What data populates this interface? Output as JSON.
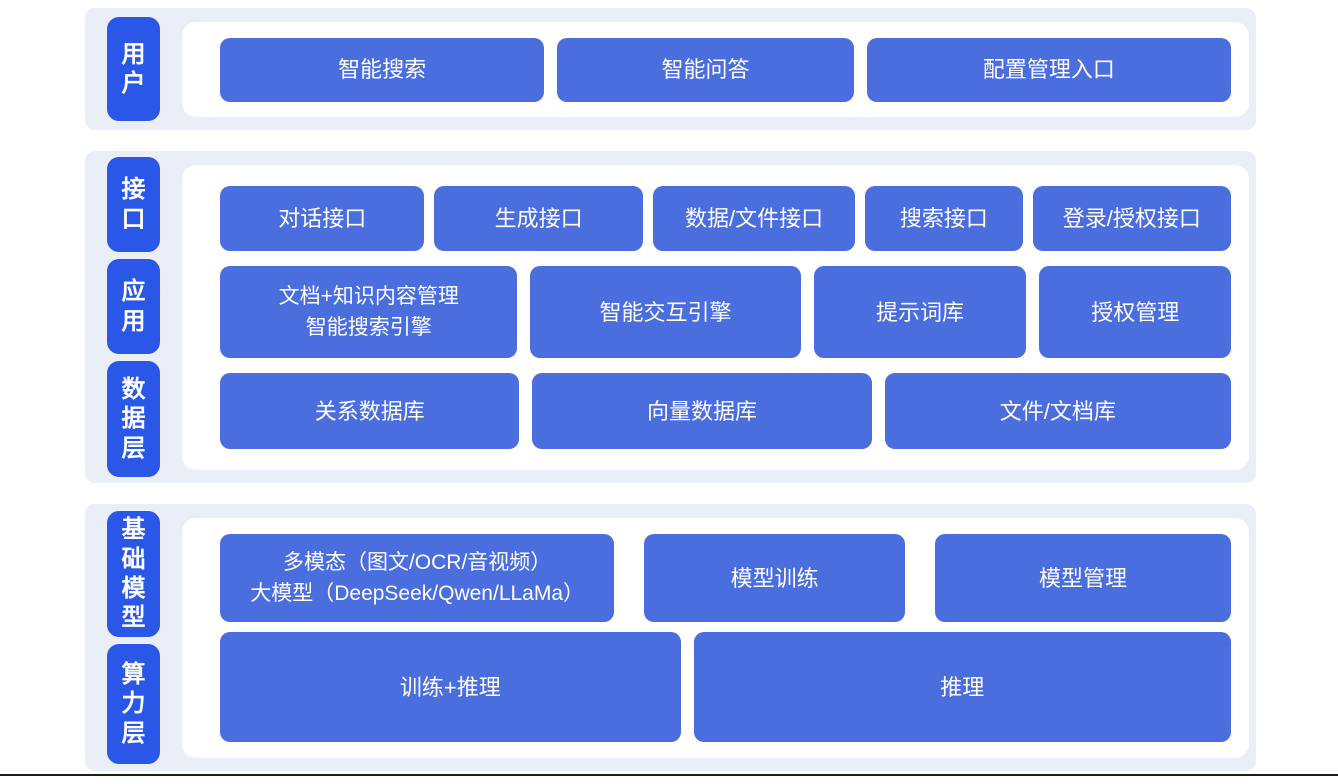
{
  "colors": {
    "section_background": "#e9eef7",
    "layer_label_blue": "#2b57e9",
    "module_box_blue": "#4a6edd",
    "panel_background": "#ffffff",
    "text_white": "#ffffff",
    "bottom_line": "#1c1c1e"
  },
  "layers": [
    {
      "name": "user-layer",
      "labels": [
        {
          "text": "用户"
        }
      ],
      "rows": [
        {
          "items": [
            {
              "label": "智能搜索"
            },
            {
              "label": "智能问答"
            },
            {
              "label": "配置管理入口"
            }
          ]
        }
      ]
    },
    {
      "name": "interface-application-data-layer",
      "labels": [
        {
          "text": "接口"
        },
        {
          "text": "应用"
        },
        {
          "text": "数据层"
        }
      ],
      "rows": [
        {
          "items": [
            {
              "label": "对话接口"
            },
            {
              "label": "生成接口"
            },
            {
              "label": "数据/文件接口"
            },
            {
              "label": "搜索接口"
            },
            {
              "label": "登录/授权接口"
            }
          ]
        },
        {
          "items": [
            {
              "label": "文档+知识内容管理\n智能搜索引擎"
            },
            {
              "label": "智能交互引擎"
            },
            {
              "label": "提示词库"
            },
            {
              "label": "授权管理"
            }
          ]
        },
        {
          "items": [
            {
              "label": "关系数据库"
            },
            {
              "label": "向量数据库"
            },
            {
              "label": "文件/文档库"
            }
          ]
        }
      ]
    },
    {
      "name": "foundation-model-compute-layer",
      "labels": [
        {
          "text": "基础模型"
        },
        {
          "text": "算力层"
        }
      ],
      "rows": [
        {
          "items": [
            {
              "label": "多模态（图文/OCR/音视频）\n大模型（DeepSeek/Qwen/LLaMa）"
            },
            {
              "label": "模型训练"
            },
            {
              "label": "模型管理"
            }
          ]
        },
        {
          "items": [
            {
              "label": "训练+推理"
            },
            {
              "label": "推理"
            }
          ]
        }
      ]
    }
  ]
}
